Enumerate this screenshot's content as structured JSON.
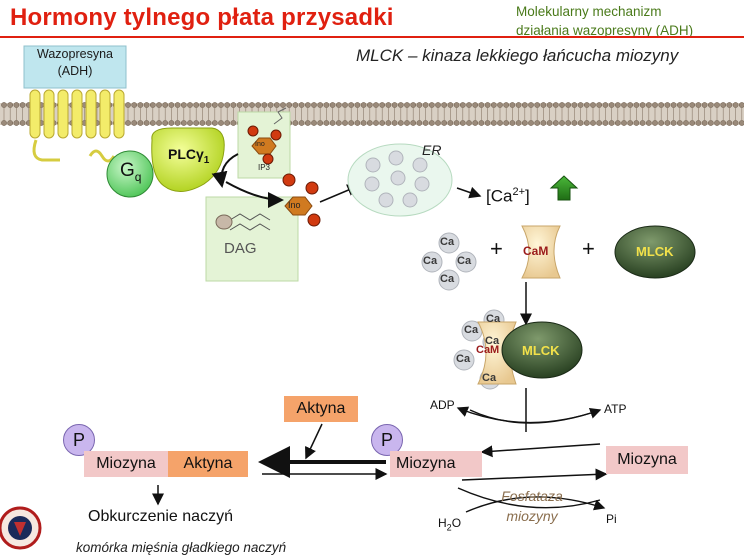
{
  "header": {
    "title": "Hormony tylnego płata przysadki",
    "topright_line1": "Molekularny mechanizm",
    "topright_line2": "działania wazopresyny (ADH)",
    "subtitle": "MLCK – kinaza lekkiego łańcucha miozyny"
  },
  "receptor": {
    "line1": "Wazopresyna",
    "line2": "(ADH)"
  },
  "signaling": {
    "gq": "G",
    "gq_sub": "q",
    "plc": "PLCγ",
    "plc_sub": "1",
    "ip3": "IP3",
    "ino": "Ino",
    "dag": "DAG",
    "er": "ER",
    "ca_out": "[Ca",
    "ca_sup": "2+",
    "ca_close": "]"
  },
  "mlck_path": {
    "ca_label": "Ca",
    "plus": "+",
    "cam": "CaM",
    "mlck": "MLCK",
    "complex_cam": "CaM",
    "complex_mlck": "MLCK",
    "ca_small": "Ca"
  },
  "reaction": {
    "adp": "ADP",
    "atp": "ATP",
    "p": "P",
    "miozyna_p": "Miozyna",
    "miozyna": "Miozyna",
    "fosfataza_1": "Fosfataza",
    "fosfataza_2": "miozyny",
    "h2o": "H",
    "h2o_sub": "2",
    "h2o_o": "O",
    "pi": "Pi"
  },
  "left_part": {
    "aktyna_box": "Aktyna",
    "p": "P",
    "miozyna": "Miozyna",
    "aktyna": "Aktyna",
    "obkurczenie": "Obkurczenie naczyń"
  },
  "footer": {
    "caption": "komórka mięśnia gładkiego naczyń"
  },
  "colors": {
    "title_red": "#e02010",
    "topright_green": "#4a7a1a",
    "receptor_blue": "#bfe6ee",
    "helix_yellow": "#f3ec6a",
    "gq_green": "#7fe080",
    "plc_yellow": "#d9ee3a",
    "box_green": "#e4f3d6",
    "arrow_green": "#2a8a20",
    "mlck_dark": "#2f4a2a",
    "miozyna_pink": "#f2c8c8",
    "aktyna_orange": "#f5a36a",
    "p_purple": "#c9b6ee"
  }
}
